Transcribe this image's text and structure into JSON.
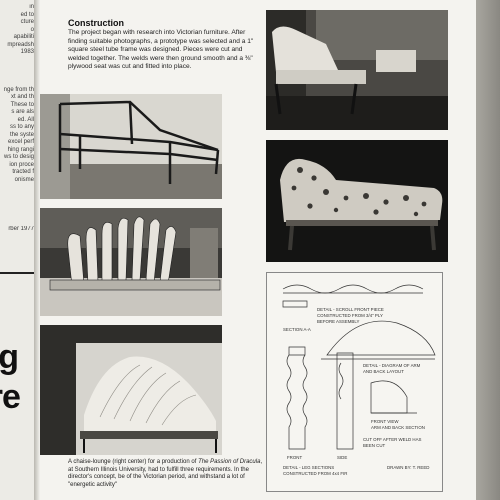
{
  "left_page": {
    "fragments": [
      "in",
      "ed to",
      "cture",
      "o",
      "apabiliti",
      "mpreadsh",
      "1983",
      "nge from th",
      "xt and th",
      "These to",
      "s are als",
      "ed. All",
      "ss to any",
      "the syste",
      "excel perf",
      "hing rangi",
      "ws to desig",
      "ion proce",
      "tracted f",
      "onisme"
    ],
    "date_fragment": "rber 1977",
    "big_word_1": "ing",
    "big_word_2": "ure"
  },
  "article": {
    "heading": "Construction",
    "body": "The project began with research into Victorian furniture. After finding suitable photographs, a prototype was selected and a 1\" square steel tube frame was designed. Pieces were cut and welded together. The welds were then ground smooth and a ⅜\" plywood seat was cut and fitted into place.",
    "caption_parts": {
      "start": "A chaise-lounge (right center) for a production of ",
      "title": "The Passion of Dracula",
      "rest": ", at Southern Illinois University, had to fulfill three requirements. In the director's concept, be of the Victorian period, and withstand a lot of \"energetic activity\""
    }
  },
  "diagram": {
    "labels": {
      "l1": "DETAIL - SCROLL FRONT PIECE",
      "l2": "CONSTRUCTED FROM 3/4\" PLY",
      "l3": "BEFORE ASSEMBLY",
      "l4": "SECTION A-A",
      "l5": "DETAIL - DIAGRAM OF ARM",
      "l6": "AND BACK LAYOUT",
      "l7": "FRONT VIEW",
      "l8": "ARM AND BACK SECTION",
      "l9": "FRONT",
      "l10": "SIDE",
      "l11": "DETAIL - LEG SECTIONS",
      "l12": "CONSTRUCTED FROM 4x4 FIR",
      "l13": "CUT OFF AFTER WELD HAS",
      "l14": "BEEN CUT",
      "l15": "DRAWN BY: T. REED"
    }
  }
}
